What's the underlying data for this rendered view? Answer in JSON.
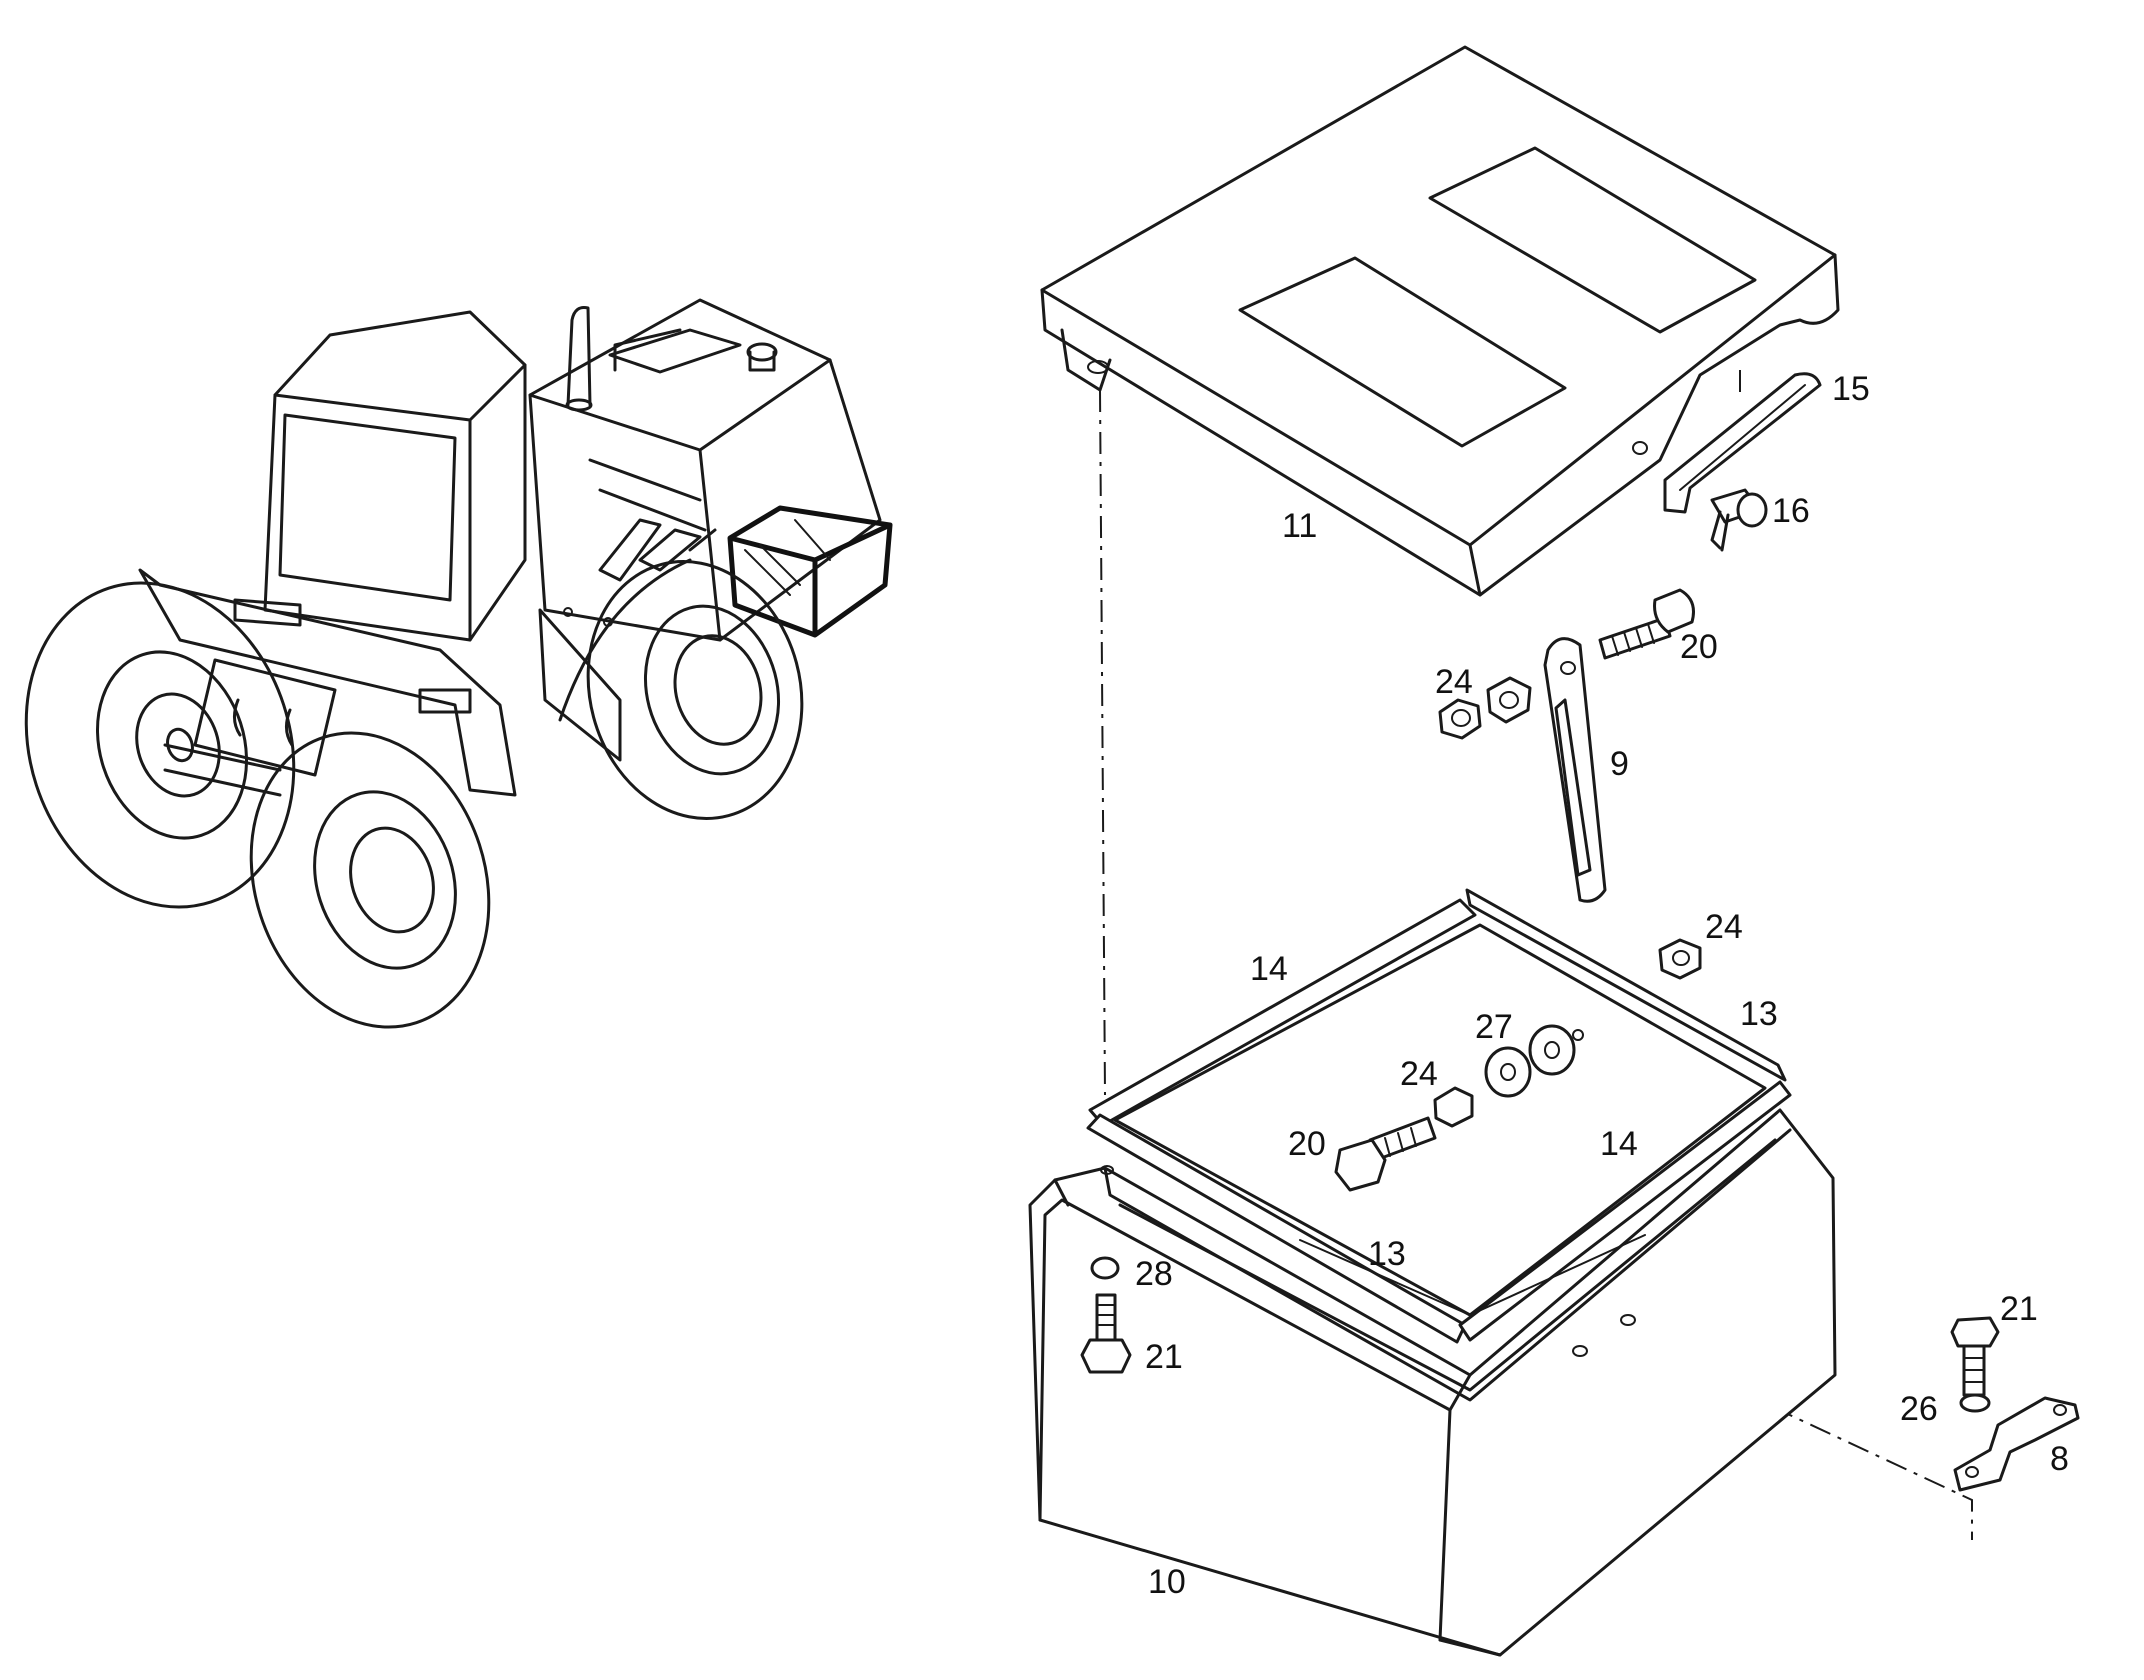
{
  "callouts": {
    "c11": "11",
    "c15": "15",
    "c16": "16",
    "c20a": "20",
    "c24a": "24",
    "c9": "9",
    "c24b": "24",
    "c14a": "14",
    "c13a": "13",
    "c27": "27",
    "c24c": "24",
    "c20b": "20",
    "c14b": "14",
    "c13b": "13",
    "c28": "28",
    "c21a": "21",
    "c21b": "21",
    "c26": "26",
    "c8": "8",
    "c10": "10"
  },
  "colors": {
    "line": "#1a1a1a",
    "background": "#ffffff"
  }
}
